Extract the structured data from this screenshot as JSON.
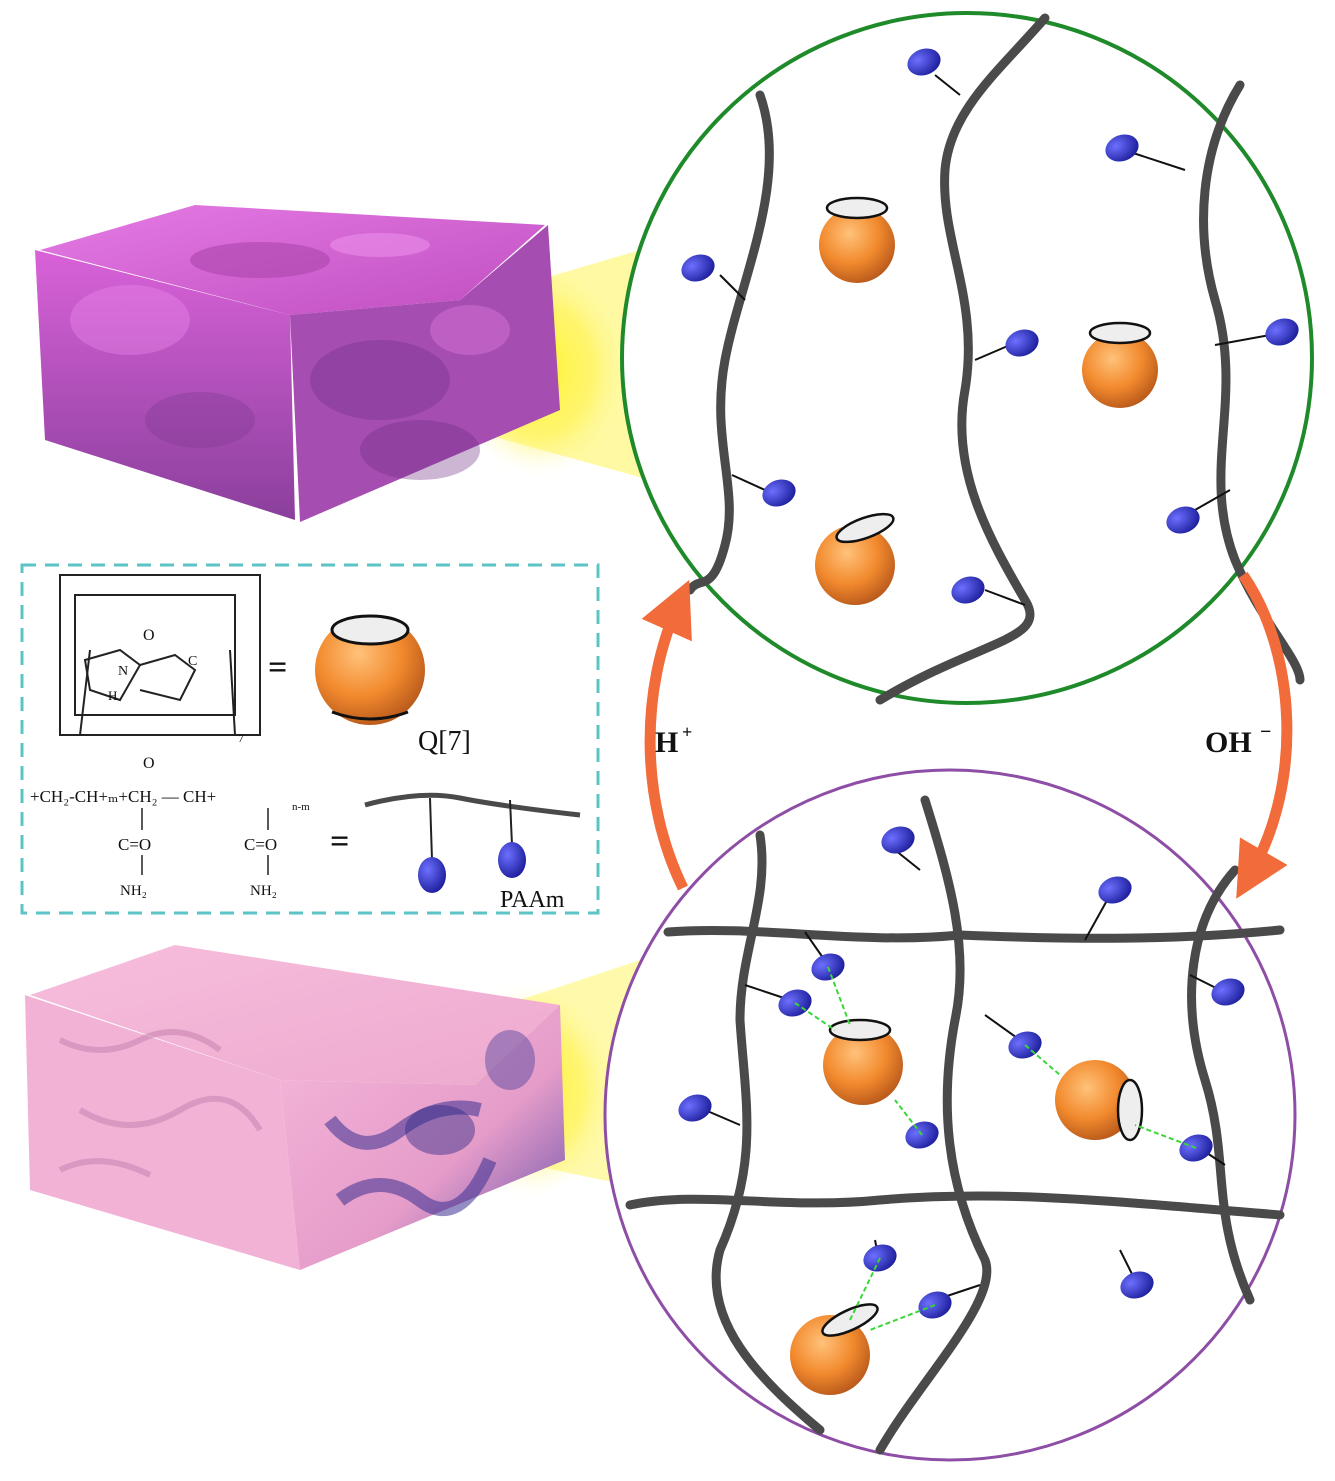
{
  "labels": {
    "acid": "H",
    "acid_sup": "+",
    "base": "OH",
    "base_sup": "−",
    "q7": "Q[7]",
    "paam": "PAAm"
  },
  "formula": {
    "q7_carbonyl_top": "O",
    "q7_carbonyl_bottom": "O",
    "q7_n": "N",
    "q7_h": "H",
    "q7_ch2": "C",
    "q7_repeat": "7",
    "equals": "=",
    "paam_main": "+CH₂-CH+ₘ+CH₂ — CH+",
    "paam_index": "n-m",
    "amide_c": "C=O",
    "amide_n1": "NH₂",
    "amide_n2": "NH₂",
    "paam_equals": "="
  },
  "colors": {
    "arrow": "#f26b3a",
    "circle_top": "#1f8a2a",
    "circle_bottom": "#8e4ea6",
    "dash_box": "#5cc3c6",
    "bead": "#2c2fc6",
    "q7_body": "#f28a2e",
    "chain": "#4a4a4a",
    "gel_top": "#c94fc9",
    "gel_bottom": "#f0a8d0",
    "glow": "#fff200",
    "hbond": "#39d639"
  },
  "icons": {
    "gel_top": "swollen-hydrogel-block",
    "gel_bottom": "shrunken-hydrogel-block",
    "q7": "cucurbituril-barrel",
    "bead": "amide-bead"
  }
}
